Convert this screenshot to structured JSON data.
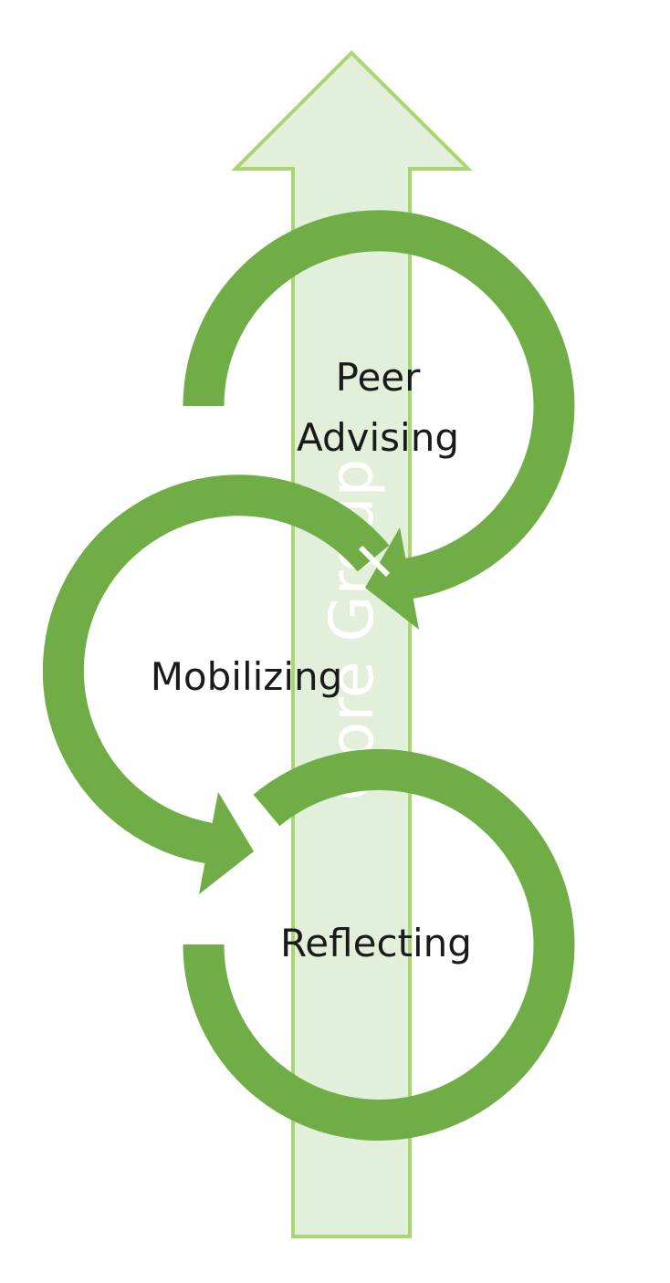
{
  "diagram": {
    "arrow_label": "Core Group",
    "cycles": [
      {
        "line1": "Peer",
        "line2": "Advising"
      },
      {
        "line1": "Mobilizing"
      },
      {
        "line1": "Reflecting"
      }
    ]
  },
  "colors": {
    "cycle_green": "#70ad47",
    "arrow_fill": "#e2efda",
    "arrow_stroke": "#a9d66e"
  }
}
